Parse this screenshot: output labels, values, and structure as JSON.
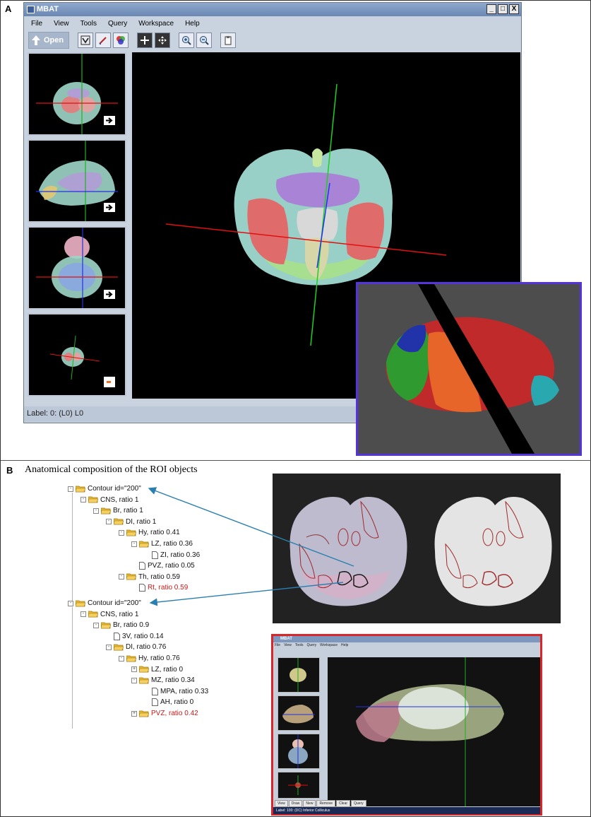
{
  "panel_a": {
    "label": "A",
    "window": {
      "title": "MBAT",
      "controls": [
        "_",
        "□",
        "X"
      ],
      "menu": [
        "File",
        "View",
        "Tools",
        "Query",
        "Workspace",
        "Help"
      ],
      "toolbar": {
        "open_label": "Open"
      },
      "status": "Label: 0: (L0) L0"
    }
  },
  "panel_b": {
    "label": "B",
    "title": "Anatomical composition of the ROI objects",
    "tree1": [
      {
        "text": "Contour id=\"200\"",
        "level": 0,
        "kind": "folder",
        "toggle": "-"
      },
      {
        "text": "CNS, ratio 1",
        "level": 1,
        "kind": "folder",
        "toggle": "-"
      },
      {
        "text": "Br, ratio 1",
        "level": 2,
        "kind": "folder",
        "toggle": "-"
      },
      {
        "text": "DI, ratio 1",
        "level": 3,
        "kind": "folder",
        "toggle": "-"
      },
      {
        "text": "Hy, ratio 0.41",
        "level": 4,
        "kind": "folder",
        "toggle": "-"
      },
      {
        "text": "LZ, ratio 0.36",
        "level": 5,
        "kind": "folder",
        "toggle": "-"
      },
      {
        "text": "ZI, ratio 0.36",
        "level": 6,
        "kind": "file"
      },
      {
        "text": "PVZ, ratio 0.05",
        "level": 5,
        "kind": "file"
      },
      {
        "text": "Th, ratio 0.59",
        "level": 4,
        "kind": "folder",
        "toggle": "-"
      },
      {
        "text": "Rt, ratio 0.59",
        "level": 5,
        "kind": "file",
        "highlight": true
      }
    ],
    "tree2": [
      {
        "text": "Contour id=\"200\"",
        "level": 0,
        "kind": "folder",
        "toggle": "-"
      },
      {
        "text": "CNS, ratio 1",
        "level": 1,
        "kind": "folder",
        "toggle": "-"
      },
      {
        "text": "Br, ratio 0.9",
        "level": 2,
        "kind": "folder",
        "toggle": "-"
      },
      {
        "text": "3V, ratio 0.14",
        "level": 3,
        "kind": "file"
      },
      {
        "text": "DI, ratio 0.76",
        "level": 3,
        "kind": "folder",
        "toggle": "-"
      },
      {
        "text": "Hy, ratio 0.76",
        "level": 4,
        "kind": "folder",
        "toggle": "-"
      },
      {
        "text": "LZ, ratio 0",
        "level": 5,
        "kind": "folder",
        "toggle": "+"
      },
      {
        "text": "MZ, ratio 0.34",
        "level": 5,
        "kind": "folder",
        "toggle": "-"
      },
      {
        "text": "MPA, ratio 0.33",
        "level": 6,
        "kind": "file"
      },
      {
        "text": "AH, ratio 0",
        "level": 6,
        "kind": "file"
      },
      {
        "text": "PVZ, ratio 0.42",
        "level": 5,
        "kind": "folder",
        "toggle": "+",
        "highlight": true
      }
    ],
    "mini_app": {
      "title": "MBAT",
      "menu": [
        "File",
        "View",
        "Tools",
        "Query",
        "Workspace",
        "Help"
      ],
      "tabs": [
        "View",
        "Draw",
        "New",
        "Remove",
        "Clear",
        "Query"
      ],
      "status": "Label: 100: (DC) Inferior Colliculus"
    }
  },
  "colors": {
    "accent_blue": "#5533dd",
    "highlight_red": "#d21818",
    "arrow": "#2a7fb0"
  }
}
